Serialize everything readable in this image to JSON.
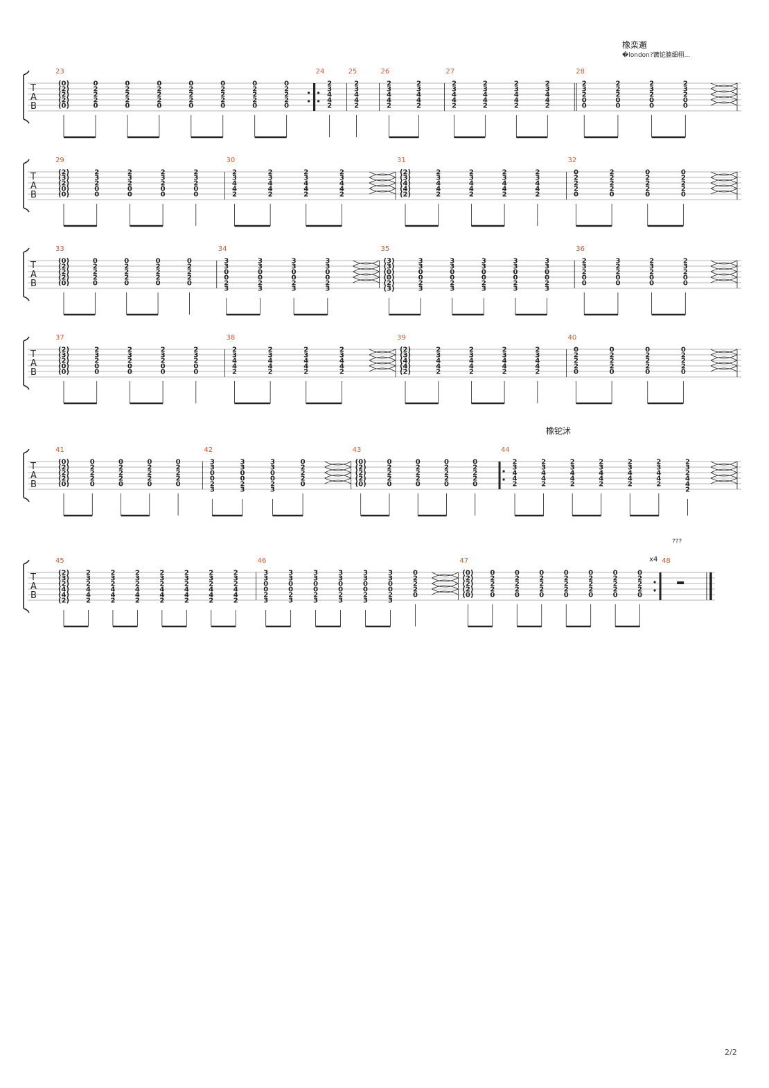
{
  "header": {
    "title": "橡栾邂",
    "subtitle": "�london?镳铊腩细栩...",
    "section_label": "橡铊沭",
    "marker": "???"
  },
  "page_number": "2/2",
  "repeat_count": "x4",
  "colors": {
    "measure_number": "#e0541e",
    "ink": "#222222",
    "staff_line": "#9a9a9a"
  },
  "systems": [
    {
      "measures": [
        {
          "number": "23",
          "repeat_start": false,
          "repeat_end": true,
          "chords": [
            [
              "(0)",
              "(2)",
              "(2)",
              "(2)",
              "(0)"
            ],
            [
              "0",
              "2",
              "2",
              "2",
              "0"
            ],
            [
              "0",
              "2",
              "2",
              "2",
              "0"
            ],
            [
              "0",
              "2",
              "2",
              "2",
              "0"
            ],
            [
              "0",
              "2",
              "2",
              "2",
              "0"
            ],
            [
              "0",
              "2",
              "2",
              "2",
              "0"
            ],
            [
              "0",
              "2",
              "2",
              "2",
              "0"
            ],
            [
              "0",
              "2",
              "2",
              "2",
              "0"
            ]
          ]
        },
        {
          "number": "24",
          "repeat_start": true,
          "chords": [
            [
              "2",
              "3",
              "4",
              "4",
              "2"
            ]
          ]
        },
        {
          "number": "25",
          "chords": [
            [
              "2",
              "3",
              "4",
              "4",
              "2"
            ]
          ]
        },
        {
          "number": "26",
          "chords": [
            [
              "2",
              "3",
              "4",
              "4",
              "2"
            ],
            [
              "2",
              "3",
              "4",
              "4",
              "2"
            ]
          ]
        },
        {
          "number": "27",
          "chords": [
            [
              "2",
              "3",
              "4",
              "4",
              "2"
            ],
            [
              "2",
              "3",
              "4",
              "4",
              "2"
            ],
            [
              "2",
              "3",
              "4",
              "4",
              "2"
            ],
            [
              "2",
              "3",
              "4",
              "4",
              "2"
            ]
          ]
        },
        {
          "number": "28",
          "double_bar": true,
          "tie_out": true,
          "chords": [
            [
              "2",
              "3",
              "2",
              "0",
              "0"
            ],
            [
              "2",
              "2",
              "2",
              "0",
              "0"
            ],
            [
              "2",
              "3",
              "2",
              "0",
              "0"
            ],
            [
              "2",
              "3",
              "2",
              "0",
              "0"
            ]
          ]
        }
      ]
    },
    {
      "measures": [
        {
          "number": "29",
          "tie_in": true,
          "chords": [
            [
              "(2)",
              "(3)",
              "(2)",
              "(0)",
              "(0)"
            ],
            [
              "2",
              "3",
              "2",
              "0",
              "0"
            ],
            [
              "2",
              "3",
              "2",
              "0",
              "0"
            ],
            [
              "2",
              "3",
              "2",
              "0",
              "0"
            ],
            [
              "2",
              "3",
              "2",
              "0",
              "0"
            ]
          ]
        },
        {
          "number": "30",
          "tie_out": true,
          "chords": [
            [
              "2",
              "3",
              "4",
              "4",
              "2"
            ],
            [
              "2",
              "3",
              "4",
              "4",
              "2"
            ],
            [
              "2",
              "3",
              "4",
              "4",
              "2"
            ],
            [
              "2",
              "3",
              "4",
              "4",
              "2"
            ]
          ]
        },
        {
          "number": "31",
          "chords": [
            [
              "(2)",
              "(3)",
              "(4)",
              "(4)",
              "(2)"
            ],
            [
              "2",
              "3",
              "4",
              "4",
              "2"
            ],
            [
              "2",
              "3",
              "4",
              "4",
              "2"
            ],
            [
              "2",
              "3",
              "4",
              "4",
              "2"
            ],
            [
              "2",
              "3",
              "4",
              "4",
              "2"
            ]
          ]
        },
        {
          "number": "32",
          "tie_out": true,
          "chords": [
            [
              "0",
              "2",
              "2",
              "2",
              "0"
            ],
            [
              "2",
              "2",
              "2",
              "2",
              "0"
            ],
            [
              "0",
              "2",
              "2",
              "2",
              "0"
            ],
            [
              "0",
              "2",
              "2",
              "2",
              "0"
            ]
          ]
        }
      ]
    },
    {
      "measures": [
        {
          "number": "33",
          "tie_in": true,
          "chords": [
            [
              "(0)",
              "(2)",
              "(2)",
              "(2)",
              "(0)"
            ],
            [
              "0",
              "2",
              "2",
              "2",
              "0"
            ],
            [
              "0",
              "2",
              "2",
              "2",
              "0"
            ],
            [
              "0",
              "2",
              "2",
              "2",
              "0"
            ],
            [
              "0",
              "2",
              "2",
              "2",
              "0"
            ]
          ]
        },
        {
          "number": "34",
          "tie_out": true,
          "chords": [
            [
              "3",
              "3",
              "0",
              "0",
              "2",
              "3"
            ],
            [
              "3",
              "3",
              "0",
              "0",
              "2",
              "3"
            ],
            [
              "3",
              "3",
              "0",
              "0",
              "2",
              "3"
            ],
            [
              "3",
              "3",
              "0",
              "0",
              "2",
              "3"
            ]
          ]
        },
        {
          "number": "35",
          "chords": [
            [
              "(3)",
              "(3)",
              "(0)",
              "(0)",
              "(2)",
              "(3)"
            ],
            [
              "3",
              "3",
              "0",
              "0",
              "2",
              "3"
            ],
            [
              "3",
              "3",
              "0",
              "0",
              "2",
              "3"
            ],
            [
              "3",
              "3",
              "0",
              "0",
              "2",
              "3"
            ],
            [
              "3",
              "3",
              "0",
              "0",
              "2",
              "3"
            ],
            [
              "3",
              "3",
              "0",
              "0",
              "2",
              "3"
            ]
          ]
        },
        {
          "number": "36",
          "tie_out": true,
          "chords": [
            [
              "2",
              "3",
              "2",
              "0",
              "0"
            ],
            [
              "3",
              "2",
              "2",
              "0",
              "0"
            ],
            [
              "2",
              "3",
              "2",
              "0",
              "0"
            ],
            [
              "2",
              "3",
              "2",
              "0",
              "0"
            ]
          ]
        }
      ]
    },
    {
      "measures": [
        {
          "number": "37",
          "tie_in": true,
          "chords": [
            [
              "(2)",
              "(3)",
              "(2)",
              "(0)",
              "(0)"
            ],
            [
              "2",
              "3",
              "2",
              "0",
              "0"
            ],
            [
              "2",
              "3",
              "2",
              "0",
              "0"
            ],
            [
              "2",
              "3",
              "2",
              "0",
              "0"
            ],
            [
              "2",
              "3",
              "2",
              "0",
              "0"
            ]
          ]
        },
        {
          "number": "38",
          "tie_out": true,
          "chords": [
            [
              "2",
              "3",
              "4",
              "4",
              "2"
            ],
            [
              "2",
              "3",
              "4",
              "4",
              "2"
            ],
            [
              "2",
              "3",
              "4",
              "4",
              "2"
            ],
            [
              "2",
              "3",
              "4",
              "4",
              "2"
            ]
          ]
        },
        {
          "number": "39",
          "chords": [
            [
              "(2)",
              "(3)",
              "(4)",
              "(4)",
              "(2)"
            ],
            [
              "2",
              "3",
              "4",
              "4",
              "2"
            ],
            [
              "2",
              "3",
              "4",
              "4",
              "2"
            ],
            [
              "2",
              "3",
              "4",
              "4",
              "2"
            ],
            [
              "2",
              "3",
              "4",
              "4",
              "2"
            ]
          ]
        },
        {
          "number": "40",
          "tie_out": true,
          "chords": [
            [
              "0",
              "2",
              "2",
              "2",
              "0"
            ],
            [
              "0",
              "2",
              "2",
              "2",
              "0"
            ],
            [
              "0",
              "2",
              "2",
              "2",
              "0"
            ],
            [
              "0",
              "2",
              "2",
              "2",
              "0"
            ]
          ]
        }
      ]
    },
    {
      "measures": [
        {
          "number": "41",
          "tie_in": true,
          "chords": [
            [
              "(0)",
              "(2)",
              "(2)",
              "(2)",
              "(0)"
            ],
            [
              "0",
              "2",
              "2",
              "2",
              "0"
            ],
            [
              "0",
              "2",
              "2",
              "2",
              "0"
            ],
            [
              "0",
              "2",
              "2",
              "2",
              "0"
            ],
            [
              "0",
              "2",
              "2",
              "2",
              "0"
            ]
          ]
        },
        {
          "number": "42",
          "tie_out": true,
          "chords": [
            [
              "3",
              "3",
              "0",
              "0",
              "2",
              "3"
            ],
            [
              "3",
              "3",
              "0",
              "0",
              "2",
              "3"
            ],
            [
              "3",
              "3",
              "0",
              "0",
              "2",
              "3"
            ],
            [
              "0",
              "2",
              "2",
              "2",
              "0"
            ]
          ]
        },
        {
          "number": "43",
          "repeat_end": false,
          "chords": [
            [
              "(0)",
              "(2)",
              "(2)",
              "(2)",
              "(0)"
            ],
            [
              "0",
              "2",
              "2",
              "2",
              "0"
            ],
            [
              "0",
              "2",
              "2",
              "2",
              "0"
            ],
            [
              "0",
              "2",
              "2",
              "2",
              "0"
            ],
            [
              "0",
              "2",
              "2",
              "2",
              "0"
            ]
          ]
        },
        {
          "number": "44",
          "repeat_start": true,
          "tie_out": true,
          "chords": [
            [
              "2",
              "3",
              "4",
              "4",
              "2"
            ],
            [
              "2",
              "3",
              "4",
              "4",
              "2"
            ],
            [
              "2",
              "3",
              "4",
              "4",
              "2"
            ],
            [
              "2",
              "3",
              "4",
              "4",
              "2"
            ],
            [
              "2",
              "3",
              "4",
              "4",
              "2"
            ],
            [
              "2",
              "3",
              "4",
              "4",
              "2"
            ],
            [
              "2",
              "3",
              "2",
              "4",
              "4",
              "2"
            ]
          ]
        }
      ]
    },
    {
      "measures": [
        {
          "number": "45",
          "tie_in": true,
          "chords": [
            [
              "(2)",
              "(3)",
              "(2)",
              "(4)",
              "(4)",
              "(2)"
            ],
            [
              "2",
              "3",
              "2",
              "4",
              "4",
              "2"
            ],
            [
              "2",
              "3",
              "2",
              "4",
              "4",
              "2"
            ],
            [
              "2",
              "3",
              "2",
              "4",
              "4",
              "2"
            ],
            [
              "2",
              "3",
              "2",
              "4",
              "4",
              "2"
            ],
            [
              "2",
              "3",
              "2",
              "4",
              "4",
              "2"
            ],
            [
              "2",
              "3",
              "2",
              "4",
              "4",
              "2"
            ],
            [
              "2",
              "3",
              "2",
              "4",
              "4",
              "2"
            ]
          ]
        },
        {
          "number": "46",
          "tie_out": true,
          "chords": [
            [
              "3",
              "3",
              "0",
              "0",
              "2",
              "3"
            ],
            [
              "3",
              "3",
              "0",
              "0",
              "2",
              "3"
            ],
            [
              "3",
              "3",
              "0",
              "0",
              "2",
              "3"
            ],
            [
              "3",
              "3",
              "0",
              "0",
              "2",
              "3"
            ],
            [
              "3",
              "3",
              "0",
              "0",
              "2",
              "3"
            ],
            [
              "3",
              "3",
              "0",
              "0",
              "2",
              "3"
            ],
            [
              "0",
              "2",
              "2",
              "2",
              "0"
            ]
          ]
        },
        {
          "number": "47",
          "repeat_end": true,
          "chords": [
            [
              "(0)",
              "(2)",
              "(2)",
              "(2)",
              "(0)"
            ],
            [
              "0",
              "2",
              "2",
              "2",
              "0"
            ],
            [
              "0",
              "2",
              "2",
              "2",
              "0"
            ],
            [
              "0",
              "2",
              "2",
              "2",
              "0"
            ],
            [
              "0",
              "2",
              "2",
              "2",
              "0"
            ],
            [
              "0",
              "2",
              "2",
              "2",
              "0"
            ],
            [
              "0",
              "2",
              "2",
              "2",
              "0"
            ],
            [
              "0",
              "2",
              "2",
              "2",
              "0"
            ]
          ]
        },
        {
          "number": "48",
          "rest": true,
          "final": true,
          "chords": []
        }
      ]
    }
  ]
}
